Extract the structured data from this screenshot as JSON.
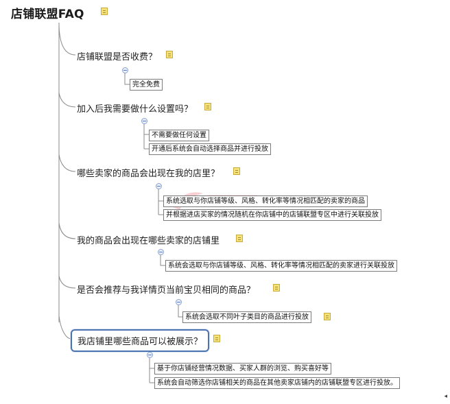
{
  "title": "店铺联盟FAQ",
  "questions": [
    "店铺联盟是否收费？",
    "加入后我需要做什么设置吗？",
    "哪些卖家的商品会出现在我的店里？",
    "我的商品会出现在哪些卖家的店铺里",
    "是否会推荐与我详情页当前宝贝相同的商品？",
    "我店铺里哪些商品可以被展示？"
  ],
  "answers": {
    "q1": [
      "完全免费"
    ],
    "q2": [
      "不需要做任何设置",
      "开通后系统会自动选择商品并进行投放"
    ],
    "q3": [
      "系统选取与你店铺等级、风格、转化率等情况相匹配的卖家的商品",
      "并根据进店买家的情况随机在你店铺中的店铺联盟专区中进行关联投放"
    ],
    "q4": [
      "系统会选取与你店铺等级、风格、转化率等情况相匹配的卖家进行关联投放"
    ],
    "q5": [
      "系统会选取不同叶子类目的商品进行投放"
    ],
    "q6": [
      "基于你店铺经营情况数据、买家人群的浏览、购买喜好等",
      "系统会自动筛选你店铺相关的商品在其他卖家店铺内的店铺联盟专区进行投放。"
    ]
  },
  "colors": {
    "line": "#8a8a8a",
    "selection_border": "#4b73b0",
    "note_fill": "#f4e27a",
    "collapse_fill": "#e9effb"
  },
  "icons": {
    "note": "note-icon",
    "collapse": "collapse-toggle-icon"
  }
}
